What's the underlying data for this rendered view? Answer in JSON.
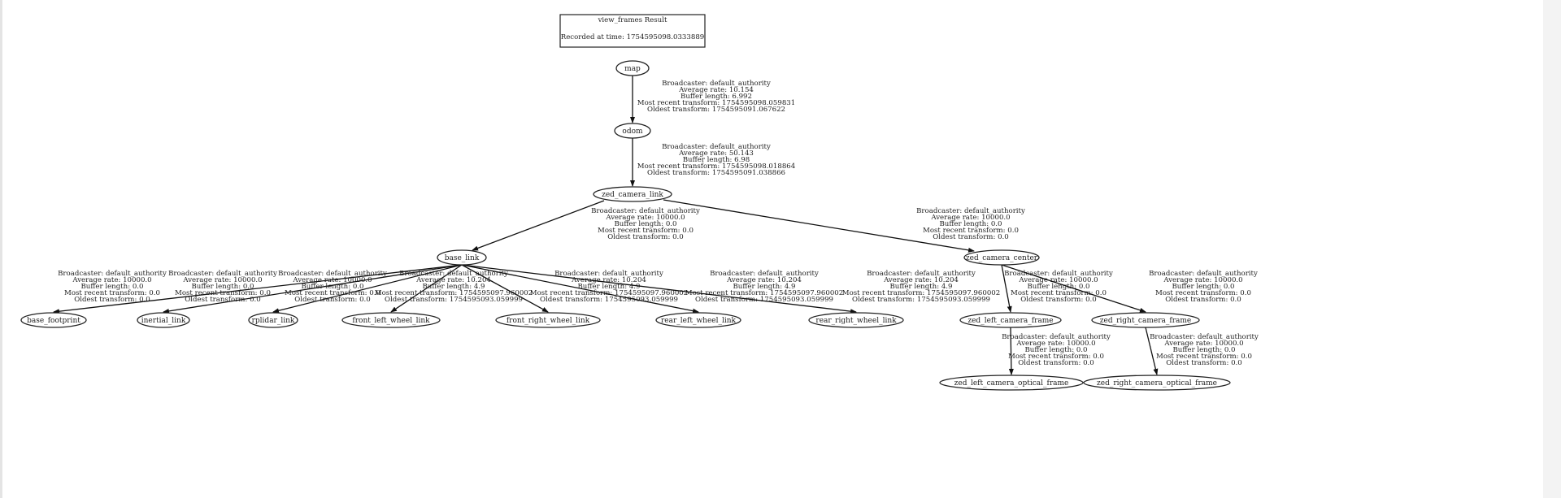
{
  "header": {
    "title": "view_frames Result",
    "recorded": "Recorded at time: 1754595098.0333889"
  },
  "nodes": [
    "map",
    "odom",
    "zed_camera_link",
    "base_link",
    "zed_camera_center",
    "base_footprint",
    "inertial_link",
    "rplidar_link",
    "front_left_wheel_link",
    "front_right_wheel_link",
    "rear_left_wheel_link",
    "rear_right_wheel_link",
    "zed_left_camera_frame",
    "zed_right_camera_frame",
    "zed_left_camera_optical_frame",
    "zed_right_camera_optical_frame"
  ],
  "edges": [
    {
      "from": "map",
      "to": "odom",
      "lines": [
        "Broadcaster: default_authority",
        "Average rate: 10.154",
        "Buffer length: 6.992",
        "Most recent transform: 1754595098.059831",
        "Oldest transform: 1754595091.067622"
      ]
    },
    {
      "from": "odom",
      "to": "zed_camera_link",
      "lines": [
        "Broadcaster: default_authority",
        "Average rate: 50.143",
        "Buffer length: 6.98",
        "Most recent transform: 1754595098.018864",
        "Oldest transform: 1754595091.038866"
      ]
    },
    {
      "from": "zed_camera_link",
      "to": "base_link",
      "lines": [
        "Broadcaster: default_authority",
        "Average rate: 10000.0",
        "Buffer length: 0.0",
        "Most recent transform: 0.0",
        "Oldest transform: 0.0"
      ]
    },
    {
      "from": "zed_camera_link",
      "to": "zed_camera_center",
      "lines": [
        "Broadcaster: default_authority",
        "Average rate: 10000.0",
        "Buffer length: 0.0",
        "Most recent transform: 0.0",
        "Oldest transform: 0.0"
      ]
    },
    {
      "from": "base_link",
      "to": "base_footprint",
      "lines": [
        "Broadcaster: default_authority",
        "Average rate: 10000.0",
        "Buffer length: 0.0",
        "Most recent transform: 0.0",
        "Oldest transform: 0.0"
      ]
    },
    {
      "from": "base_link",
      "to": "inertial_link",
      "lines": [
        "Broadcaster: default_authority",
        "Average rate: 10000.0",
        "Buffer length: 0.0",
        "Most recent transform: 0.0",
        "Oldest transform: 0.0"
      ]
    },
    {
      "from": "base_link",
      "to": "rplidar_link",
      "lines": [
        "Broadcaster: default_authority",
        "Average rate: 10000.0",
        "Buffer length: 0.0",
        "Most recent transform: 0.0",
        "Oldest transform: 0.0"
      ]
    },
    {
      "from": "base_link",
      "to": "front_left_wheel_link",
      "lines": [
        "Broadcaster: default_authority",
        "Average rate: 10.204",
        "Buffer length: 4.9",
        "Most recent transform: 1754595097.960002",
        "Oldest transform: 1754595093.059999"
      ]
    },
    {
      "from": "base_link",
      "to": "front_right_wheel_link",
      "lines": [
        "Broadcaster: default_authority",
        "Average rate: 10.204",
        "Buffer length: 4.9",
        "Most recent transform: 1754595097.960002",
        "Oldest transform: 1754595093.059999"
      ]
    },
    {
      "from": "base_link",
      "to": "rear_left_wheel_link",
      "lines": [
        "Broadcaster: default_authority",
        "Average rate: 10.204",
        "Buffer length: 4.9",
        "Most recent transform: 1754595097.960002",
        "Oldest transform: 1754595093.059999"
      ]
    },
    {
      "from": "base_link",
      "to": "rear_right_wheel_link",
      "lines": [
        "Broadcaster: default_authority",
        "Average rate: 10.204",
        "Buffer length: 4.9",
        "Most recent transform: 1754595097.960002",
        "Oldest transform: 1754595093.059999"
      ]
    },
    {
      "from": "zed_camera_center",
      "to": "zed_left_camera_frame",
      "lines": [
        "Broadcaster: default_authority",
        "Average rate: 10000.0",
        "Buffer length: 0.0",
        "Most recent transform: 0.0",
        "Oldest transform: 0.0"
      ]
    },
    {
      "from": "zed_camera_center",
      "to": "zed_right_camera_frame",
      "lines": [
        "Broadcaster: default_authority",
        "Average rate: 10000.0",
        "Buffer length: 0.0",
        "Most recent transform: 0.0",
        "Oldest transform: 0.0"
      ]
    },
    {
      "from": "zed_left_camera_frame",
      "to": "zed_left_camera_optical_frame",
      "lines": [
        "Broadcaster: default_authority",
        "Average rate: 10000.0",
        "Buffer length: 0.0",
        "Most recent transform: 0.0",
        "Oldest transform: 0.0"
      ]
    },
    {
      "from": "zed_right_camera_frame",
      "to": "zed_right_camera_optical_frame",
      "lines": [
        "Broadcaster: default_authority",
        "Average rate: 10000.0",
        "Buffer length: 0.0",
        "Most recent transform: 0.0",
        "Oldest transform: 0.0"
      ]
    }
  ]
}
